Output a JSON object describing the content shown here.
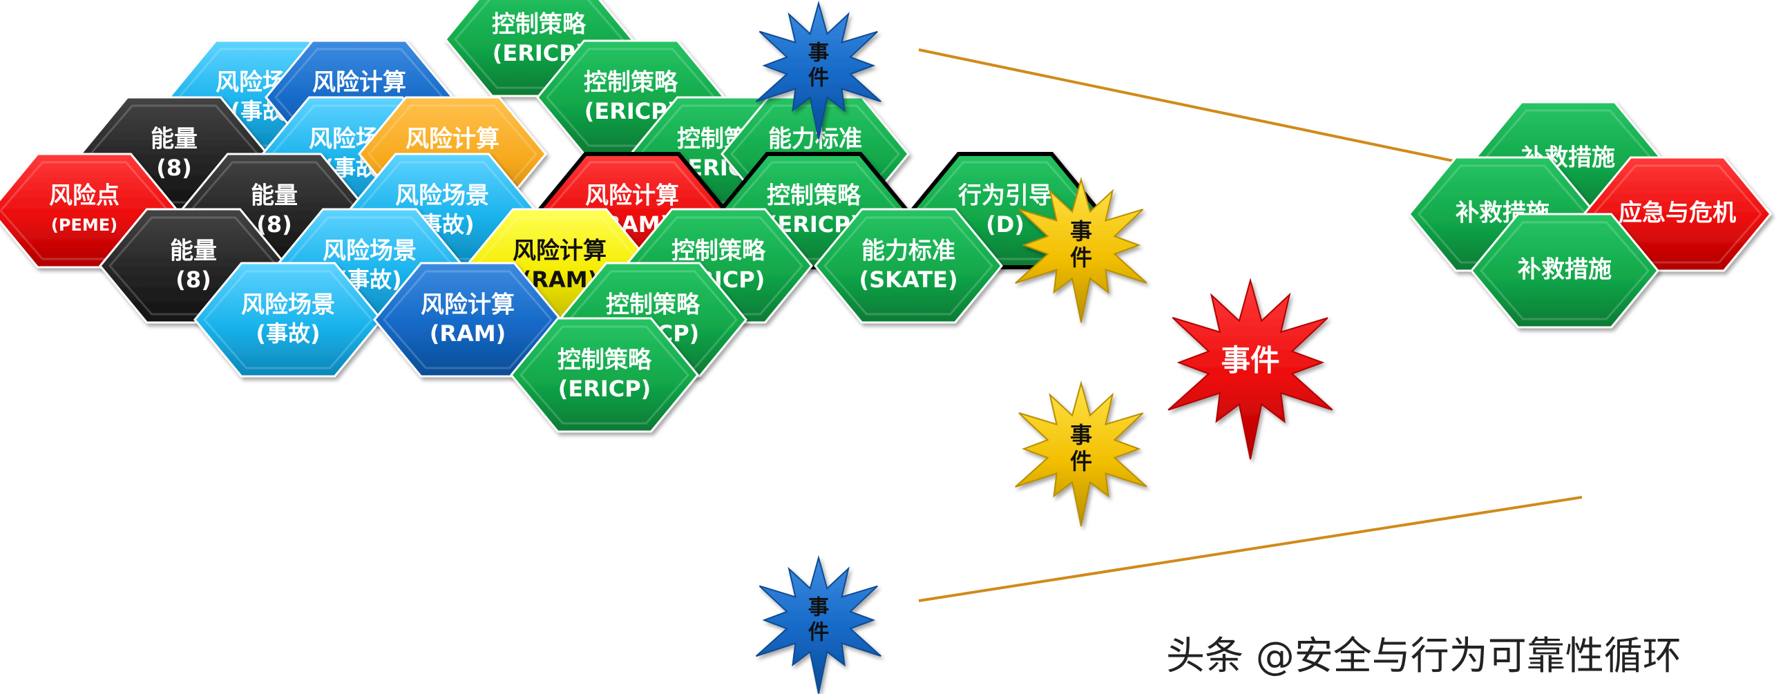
{
  "hexagons": [
    {
      "key": "h01",
      "line1": "控制策略",
      "line2": "(ERICP)",
      "fill": "green"
    },
    {
      "key": "h02",
      "line1": "风险场景",
      "line2": "(事故)",
      "fill": "cyan"
    },
    {
      "key": "h03",
      "line1": "风险计算",
      "line2": "(RAM)",
      "fill": "blue"
    },
    {
      "key": "h04",
      "line1": "控制策略",
      "line2": "(ERICP)",
      "fill": "green"
    },
    {
      "key": "h05",
      "line1": "能量",
      "line2": "(8)",
      "fill": "black"
    },
    {
      "key": "h06",
      "line1": "风险场景",
      "line2": "(事故)",
      "fill": "cyan"
    },
    {
      "key": "h07",
      "line1": "风险计算",
      "line2": "(RAM)",
      "fill": "orange"
    },
    {
      "key": "h08",
      "line1": "控制策略",
      "line2": "(ERICP)",
      "fill": "green"
    },
    {
      "key": "h09",
      "line1": "能力标准",
      "line2": "(SKATE)",
      "fill": "green"
    },
    {
      "key": "h10",
      "line1": "风险点",
      "line2": "(PEME)",
      "fill": "red"
    },
    {
      "key": "h11",
      "line1": "能量",
      "line2": "(8)",
      "fill": "black"
    },
    {
      "key": "h12",
      "line1": "风险场景",
      "line2": "(事故)",
      "fill": "cyan"
    },
    {
      "key": "h13",
      "line1": "风险计算",
      "line2": "(RAM)",
      "fill": "red"
    },
    {
      "key": "h14",
      "line1": "控制策略",
      "line2": "(ERICP)",
      "fill": "green"
    },
    {
      "key": "h15",
      "line1": "行为引导",
      "line2": "(D)",
      "fill": "green"
    },
    {
      "key": "h16",
      "line1": "能量",
      "line2": "(8)",
      "fill": "black"
    },
    {
      "key": "h17",
      "line1": "风险场景",
      "line2": "(事故)",
      "fill": "cyan"
    },
    {
      "key": "h18",
      "line1": "风险计算",
      "line2": "(RAM)",
      "fill": "yellow"
    },
    {
      "key": "h19",
      "line1": "控制策略",
      "line2": "(ERICP)",
      "fill": "green"
    },
    {
      "key": "h20",
      "line1": "能力标准",
      "line2": "(SKATE)",
      "fill": "green"
    },
    {
      "key": "h21",
      "line1": "风险场景",
      "line2": "(事故)",
      "fill": "cyan"
    },
    {
      "key": "h22",
      "line1": "风险计算",
      "line2": "(RAM)",
      "fill": "blue"
    },
    {
      "key": "h23",
      "line1": "控制策略",
      "line2": "(ERICP)",
      "fill": "green"
    },
    {
      "key": "h24",
      "line1": "控制策略",
      "line2": "(ERICP)",
      "fill": "green"
    },
    {
      "key": "h25",
      "line1": "补救措施",
      "line2": "",
      "fill": "green"
    },
    {
      "key": "h26",
      "line1": "补救措施",
      "line2": "",
      "fill": "green"
    },
    {
      "key": "h27",
      "line1": "应急与危机",
      "line2": "",
      "fill": "red"
    },
    {
      "key": "h28",
      "line1": "补救措施",
      "line2": "",
      "fill": "green"
    }
  ],
  "events": [
    {
      "key": "e1",
      "line1": "事",
      "line2": "件",
      "fill": "blue"
    },
    {
      "key": "e2",
      "line1": "事",
      "line2": "件",
      "fill": "gold"
    },
    {
      "key": "e3",
      "line1": "事件",
      "line2": "",
      "fill": "red"
    },
    {
      "key": "e4",
      "line1": "事",
      "line2": "件",
      "fill": "gold"
    },
    {
      "key": "e5",
      "line1": "事",
      "line2": "件",
      "fill": "blue"
    }
  ],
  "colors": {
    "green": {
      "light": "#27c464",
      "main": "#12a84a",
      "dark": "#0b7a34",
      "text": "#ffffff"
    },
    "cyan": {
      "light": "#5fd3ff",
      "main": "#1ab3ec",
      "dark": "#0c86b8",
      "text": "#ffffff"
    },
    "blue": {
      "light": "#3d8be0",
      "main": "#1468c6",
      "dark": "#0c4c94",
      "text": "#ffffff"
    },
    "black": {
      "light": "#444444",
      "main": "#262626",
      "dark": "#111111",
      "text": "#ffffff"
    },
    "red": {
      "light": "#ff3a3a",
      "main": "#ec0c0c",
      "dark": "#b00000",
      "text": "#ffffff"
    },
    "orange": {
      "light": "#ffc14d",
      "main": "#f7a91e",
      "dark": "#c47f0a",
      "text": "#ffffff"
    },
    "yellow": {
      "light": "#ffff55",
      "main": "#f5ec00",
      "dark": "#c2bb00",
      "text": "#111111"
    },
    "gold": {
      "light": "#ffe24a",
      "main": "#f2bf00",
      "dark": "#b88e00",
      "text": "#111111"
    },
    "connector": "#d18a1a"
  },
  "watermark": "头条 @安全与行为可靠性循环"
}
